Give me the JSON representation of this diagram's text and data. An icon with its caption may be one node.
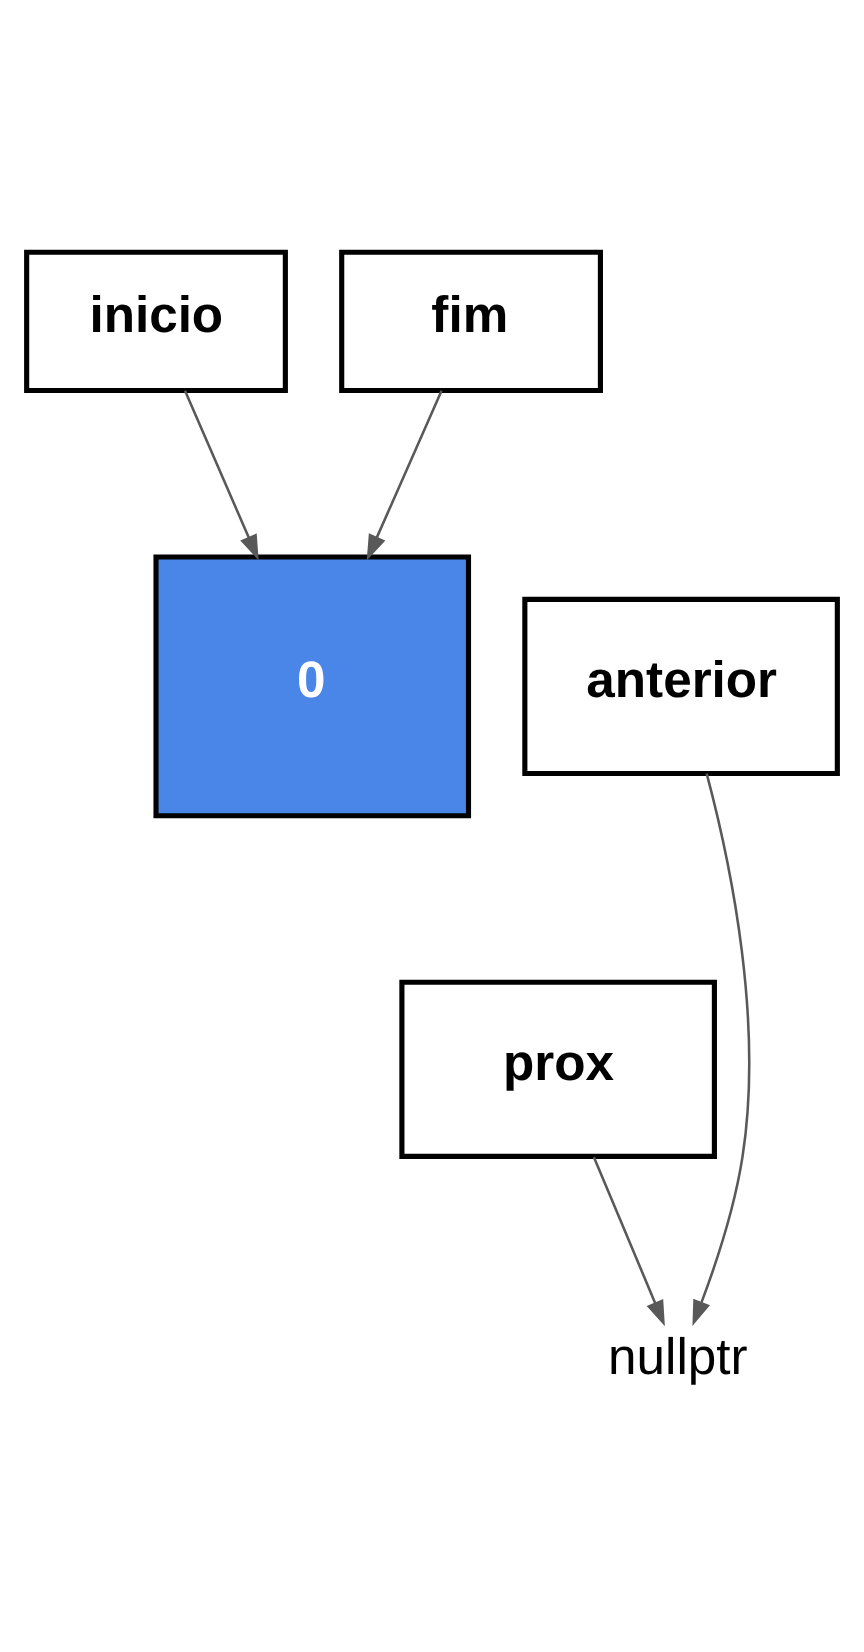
{
  "diagram": {
    "nodes": [
      {
        "text": [
          "inicio"
        ]
      },
      {
        "text": [
          "fim"
        ]
      },
      {
        "text": [
          "0"
        ]
      },
      {
        "text": [
          "anterior"
        ]
      },
      {
        "text": [
          "prox"
        ]
      },
      {
        "text": [
          "nullptr"
        ]
      }
    ],
    "edges": [
      {
        "from": 0,
        "to": 2,
        "arrow": "to"
      },
      {
        "from": 1,
        "to": 2,
        "arrow": "to"
      },
      {
        "from": 3,
        "to": 5,
        "arrow": "to"
      },
      {
        "from": 4,
        "to": 5,
        "arrow": "to"
      }
    ]
  }
}
